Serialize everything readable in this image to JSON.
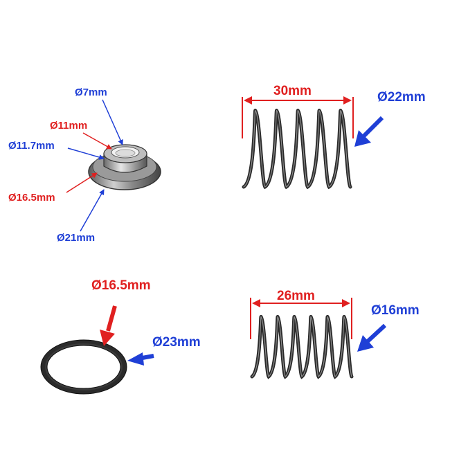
{
  "colors": {
    "red": "#e02020",
    "blue": "#1f3fd6",
    "metal_dark": "#2b2b2b"
  },
  "retainer": {
    "labels": {
      "d_top": "Ø7mm",
      "d_inner": "Ø11mm",
      "d_mid": "Ø11.7mm",
      "d_flange_inner": "Ø16.5mm",
      "d_outer": "Ø21mm"
    }
  },
  "large_spring": {
    "length_label": "30mm",
    "diameter_label": "Ø22mm"
  },
  "washer": {
    "inner_label": "Ø16.5mm",
    "outer_label": "Ø23mm"
  },
  "small_spring": {
    "length_label": "26mm",
    "diameter_label": "Ø16mm"
  }
}
